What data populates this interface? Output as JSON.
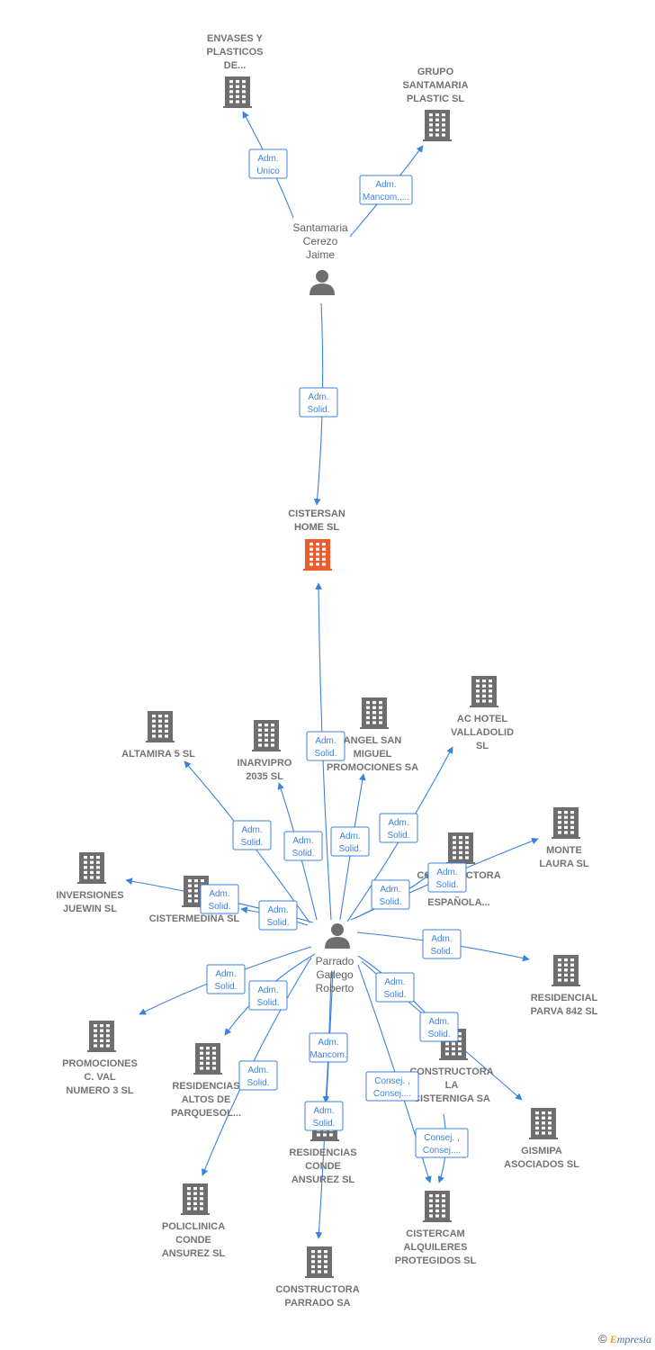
{
  "colors": {
    "edge": "#3b82dc",
    "company_icon": "#6e6e6e",
    "focus_icon": "#ee5a2a",
    "person_icon": "#6e6e6e"
  },
  "nodes": [
    {
      "id": "envases",
      "type": "company",
      "lines": [
        "ENVASES Y",
        "PLASTICOS",
        "DE..."
      ]
    },
    {
      "id": "grupo",
      "type": "company",
      "lines": [
        "GRUPO",
        "SANTAMARIA",
        "PLASTIC SL"
      ]
    },
    {
      "id": "santamaria",
      "type": "person",
      "lines": [
        "Santamaria",
        "Cerezo",
        "Jaime"
      ]
    },
    {
      "id": "cistersan",
      "type": "focus",
      "lines": [
        "CISTERSAN",
        "HOME  SL"
      ]
    },
    {
      "id": "parrado",
      "type": "person",
      "lines": [
        "Parrado",
        "Gallego",
        "Roberto"
      ]
    },
    {
      "id": "altamira",
      "type": "company",
      "lines": [
        "ALTAMIRA 5  SL"
      ]
    },
    {
      "id": "inarvipro",
      "type": "company",
      "lines": [
        "INARVIPRO",
        "2035 SL"
      ]
    },
    {
      "id": "angel",
      "type": "company",
      "lines": [
        "ANGEL SAN",
        "MIGUEL",
        "PROMOCIONES SA"
      ]
    },
    {
      "id": "achotel",
      "type": "company",
      "lines": [
        "AC HOTEL",
        "VALLADOLID",
        "SL"
      ]
    },
    {
      "id": "monte",
      "type": "company",
      "lines": [
        "MONTE",
        "LAURA  SL"
      ]
    },
    {
      "id": "constructora_esp",
      "type": "company",
      "lines": [
        "CONSTRUCTORA",
        "LA",
        "ESPAÑOLA..."
      ]
    },
    {
      "id": "inversiones",
      "type": "company",
      "lines": [
        "INVERSIONES",
        "JUEWIN  SL"
      ]
    },
    {
      "id": "cistermedina",
      "type": "company",
      "lines": [
        "CISTERMEDINA SL"
      ]
    },
    {
      "id": "residencial_parva",
      "type": "company",
      "lines": [
        "RESIDENCIAL",
        "PARVA 842  SL"
      ]
    },
    {
      "id": "promociones",
      "type": "company",
      "lines": [
        "PROMOCIONES",
        "C.  VAL",
        "NUMERO 3 SL"
      ]
    },
    {
      "id": "residencias_altos",
      "type": "company",
      "lines": [
        "RESIDENCIAS",
        "ALTOS DE",
        "PARQUESOL..."
      ]
    },
    {
      "id": "constructora_cist",
      "type": "company",
      "lines": [
        "CONSTRUCTORA",
        "LA",
        "CISTERNIGA SA"
      ]
    },
    {
      "id": "gismipa",
      "type": "company",
      "lines": [
        "GISMIPA",
        "ASOCIADOS SL"
      ]
    },
    {
      "id": "residencias_conde",
      "type": "company",
      "lines": [
        "RESIDENCIAS",
        "CONDE",
        "ANSUREZ  SL"
      ]
    },
    {
      "id": "policlinica",
      "type": "company",
      "lines": [
        "POLICLINICA",
        "CONDE",
        "ANSUREZ  SL"
      ]
    },
    {
      "id": "cistercam",
      "type": "company",
      "lines": [
        "CISTERCAM",
        "ALQUILERES",
        "PROTEGIDOS SL"
      ]
    },
    {
      "id": "constructora_parrado",
      "type": "company",
      "lines": [
        "CONSTRUCTORA",
        "PARRADO SA"
      ]
    }
  ],
  "edges": [
    {
      "from": "santamaria",
      "to": "envases",
      "lines": [
        "Adm.",
        "Unico"
      ]
    },
    {
      "from": "santamaria",
      "to": "grupo",
      "lines": [
        "Adm.",
        "Mancom.,..."
      ]
    },
    {
      "from": "santamaria",
      "to": "cistersan",
      "lines": [
        "Adm.",
        "Solid."
      ]
    },
    {
      "from": "parrado",
      "to": "cistersan",
      "lines": [
        "Adm.",
        "Solid."
      ]
    },
    {
      "from": "parrado",
      "to": "altamira",
      "lines": [
        "Adm.",
        "Solid."
      ]
    },
    {
      "from": "parrado",
      "to": "inarvipro",
      "lines": [
        "Adm.",
        "Solid."
      ]
    },
    {
      "from": "parrado",
      "to": "angel",
      "lines": [
        "Adm.",
        "Solid."
      ]
    },
    {
      "from": "parrado",
      "to": "achotel",
      "lines": [
        "Adm.",
        "Solid."
      ]
    },
    {
      "from": "parrado",
      "to": "monte",
      "lines": [
        "Adm.",
        "Solid."
      ]
    },
    {
      "from": "parrado",
      "to": "constructora_esp",
      "lines": [
        "Adm.",
        "Solid."
      ]
    },
    {
      "from": "parrado",
      "to": "inversiones",
      "lines": [
        "Adm.",
        "Solid."
      ]
    },
    {
      "from": "parrado",
      "to": "cistermedina",
      "lines": [
        "Adm.",
        "Solid."
      ]
    },
    {
      "from": "parrado",
      "to": "residencial_parva",
      "lines": [
        "Adm.",
        "Solid."
      ]
    },
    {
      "from": "parrado",
      "to": "promociones",
      "lines": [
        "Adm.",
        "Solid."
      ]
    },
    {
      "from": "parrado",
      "to": "residencias_altos",
      "lines": [
        "Adm.",
        "Solid."
      ]
    },
    {
      "from": "parrado",
      "to": "constructora_cist",
      "lines": [
        "Adm.",
        "Solid."
      ]
    },
    {
      "from": "parrado",
      "to": "gismipa",
      "lines": [
        "Adm.",
        "Solid."
      ]
    },
    {
      "from": "parrado",
      "to": "policlinica",
      "lines": [
        "Adm.",
        "Solid."
      ]
    },
    {
      "from": "parrado",
      "to": "residencias_conde",
      "lines": [
        "Adm.",
        "Solid."
      ]
    },
    {
      "from": "parrado",
      "to": "constructora_parrado",
      "lines": [
        "Adm.",
        "Mancom."
      ]
    },
    {
      "from": "parrado",
      "to": "cistercam",
      "lines": [
        "Consej. ,",
        "Consej...."
      ]
    },
    {
      "from": "constructora_cist",
      "to": "cistercam",
      "lines": [
        "Consej. ,",
        "Consej...."
      ]
    }
  ],
  "footer": {
    "copyright": "©",
    "brand_initial": "E",
    "brand_rest": "mpresia"
  }
}
